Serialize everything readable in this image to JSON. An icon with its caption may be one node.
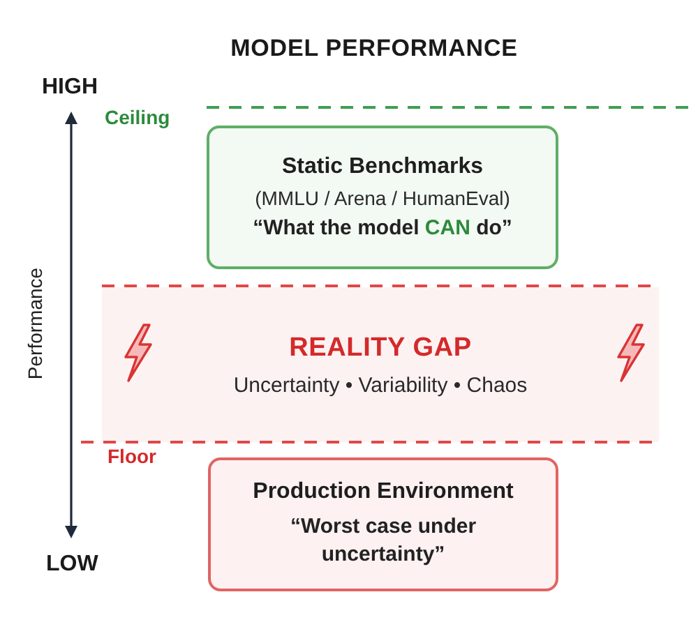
{
  "diagram": {
    "title": "MODEL PERFORMANCE",
    "nodes": [
      {
        "text": [
          "Static Benchmarks",
          "(MMLU / Arena / HumanEval)",
          "“What the model **CAN** do”"
        ]
      },
      {
        "text": [
          "REALITY GAP",
          "Uncertainty • Variability • Chaos"
        ]
      },
      {
        "text": [
          "Production Environment",
          "“Worst case under uncertainty”"
        ]
      }
    ],
    "labels": [
      "HIGH",
      "Ceiling",
      "Performance",
      "Floor",
      "LOW"
    ]
  }
}
